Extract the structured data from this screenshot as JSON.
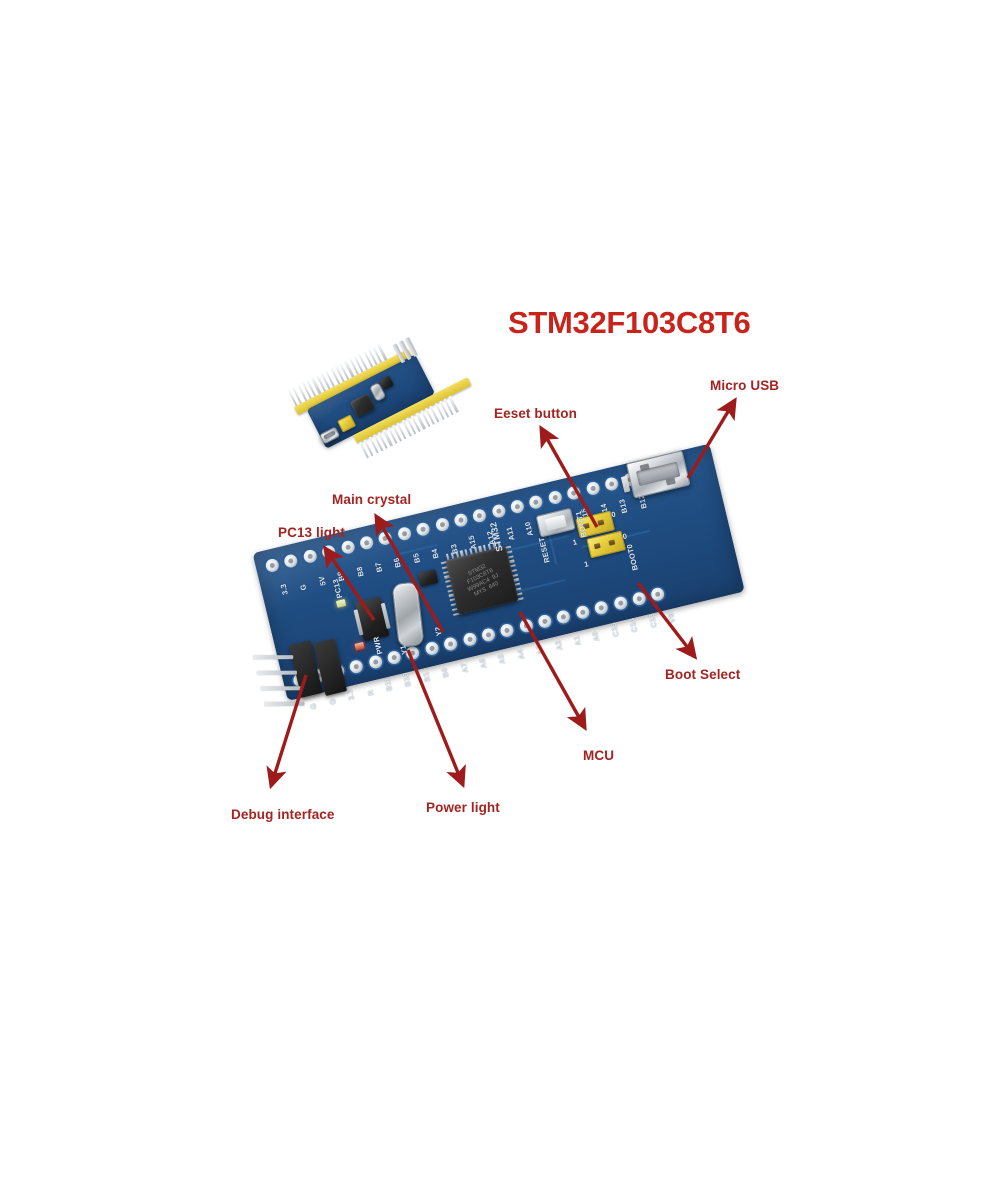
{
  "page": {
    "background_color": "#ffffff",
    "accent_red": "#c9241c",
    "label_red": "#a32421",
    "arrow_red": "#9e1b1b",
    "pcb_blue": "#1f4c80",
    "silk_white": "#dfe8f2",
    "jumper_yellow": "#e8cf3f",
    "header_yellow": "#f3de5c"
  },
  "title": {
    "text": "STM32F103C8T6"
  },
  "callouts": [
    {
      "id": "reset-button",
      "label": "Eeset button"
    },
    {
      "id": "micro-usb",
      "label": "Micro USB"
    },
    {
      "id": "main-crystal",
      "label": "Main crystal"
    },
    {
      "id": "pc13-light",
      "label": "PC13 light"
    },
    {
      "id": "boot-select",
      "label": "Boot Select"
    },
    {
      "id": "mcu",
      "label": "MCU"
    },
    {
      "id": "power-light",
      "label": "Power light"
    },
    {
      "id": "debug-interface",
      "label": "Debug interface"
    }
  ],
  "board": {
    "silkscreen": {
      "brand": "STM32",
      "reset": "RESET",
      "boot1": "BOOT1",
      "boot0": "BOOT0",
      "pc13_led": "PC13",
      "power_led": "PWR",
      "crystal_main": "Y1",
      "crystal_rtc": "Y2",
      "jumper_zero_a": "0",
      "jumper_one_a": "1",
      "jumper_zero_b": "0",
      "jumper_one_b": "1"
    },
    "top_pin_row": [
      "B12",
      "B13",
      "B14",
      "B15",
      "A8",
      "A9",
      "A10",
      "A11",
      "A12",
      "A15",
      "B3",
      "B4",
      "B5",
      "B6",
      "B7",
      "B8",
      "B9",
      "5V",
      "G",
      "3.3"
    ],
    "bottom_pin_row": [
      "G",
      "G",
      "3.3",
      "R",
      "B11",
      "B10",
      "B1",
      "B0",
      "A7",
      "A6",
      "A5",
      "A4",
      "A3",
      "A2",
      "A1",
      "A0",
      "C15",
      "C14",
      "C13",
      "VB"
    ],
    "chip_marking": "STM32\nF103C8T6\nW99AC4  9J\nMYS  640",
    "components": [
      {
        "name": "mcu-chip",
        "type": "LQFP48"
      },
      {
        "name": "main-crystal",
        "type": "8MHz HC-49"
      },
      {
        "name": "reset-button",
        "type": "tactile switch"
      },
      {
        "name": "micro-usb-connector",
        "type": "micro-B"
      },
      {
        "name": "boot-jumpers",
        "type": "2x jumper block"
      },
      {
        "name": "pc13-led",
        "type": "SMD LED"
      },
      {
        "name": "power-led",
        "type": "SMD LED"
      },
      {
        "name": "debug-header",
        "type": "4-pin SWD header"
      }
    ]
  },
  "inset_board": {
    "description": "small overview photo of the same board with yellow pin headers"
  }
}
